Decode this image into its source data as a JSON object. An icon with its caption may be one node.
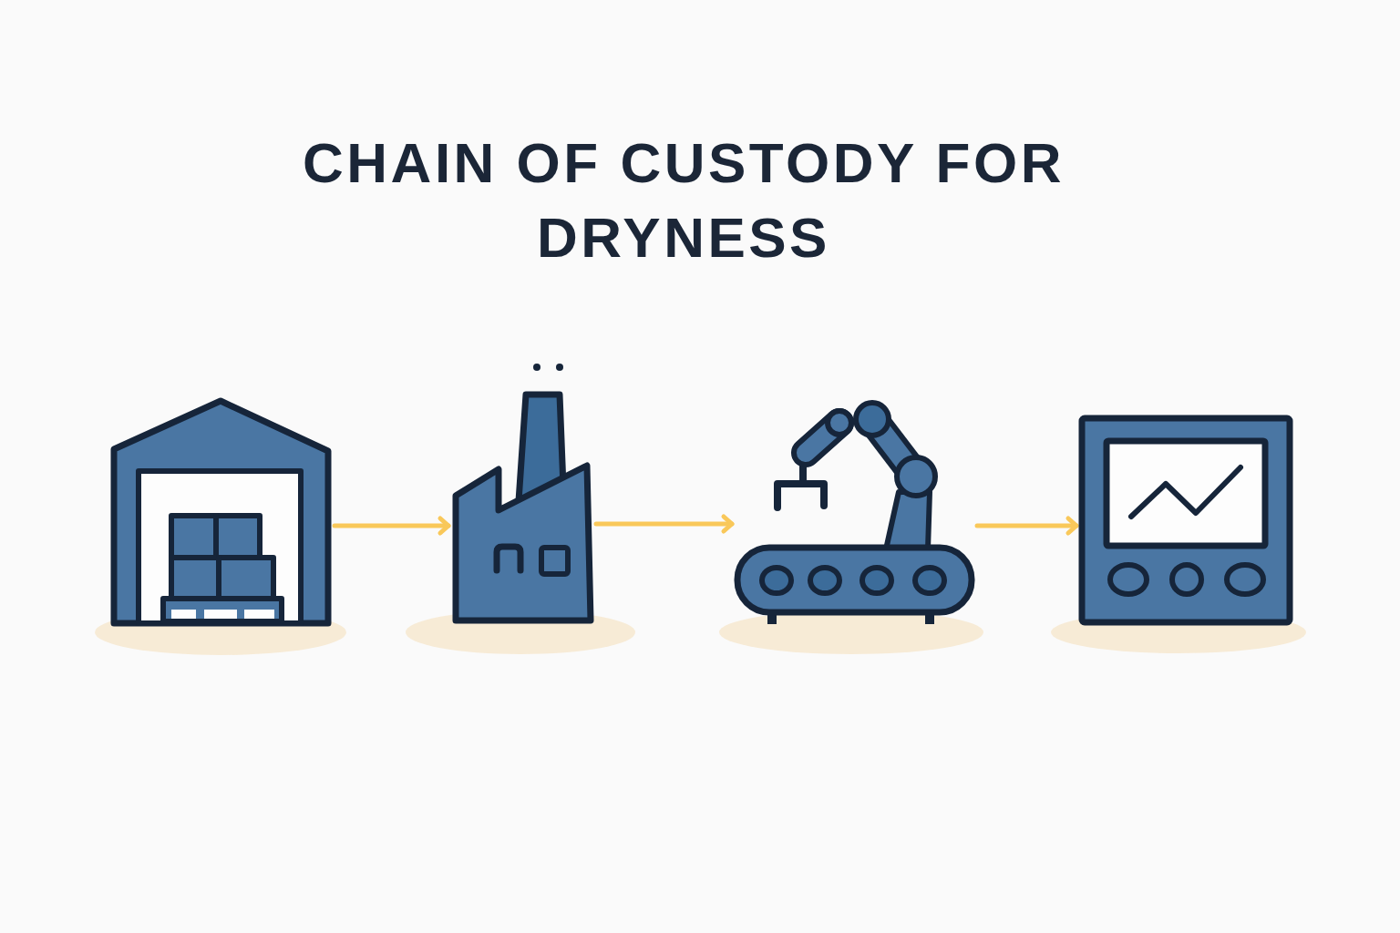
{
  "diagram": {
    "title": "CHAIN OF CUSTODY FOR DRYNESS",
    "nodes": [
      {
        "text": [],
        "shape": "picture"
      },
      {
        "text": [],
        "shape": "picture"
      },
      {
        "text": [],
        "shape": "picture"
      },
      {
        "text": [],
        "shape": "picture"
      }
    ],
    "edges": [
      {
        "from": 0,
        "to": 1,
        "arrow": "to"
      },
      {
        "from": 1,
        "to": 2,
        "arrow": "to"
      },
      {
        "from": 2,
        "to": 3,
        "arrow": "to"
      }
    ]
  }
}
